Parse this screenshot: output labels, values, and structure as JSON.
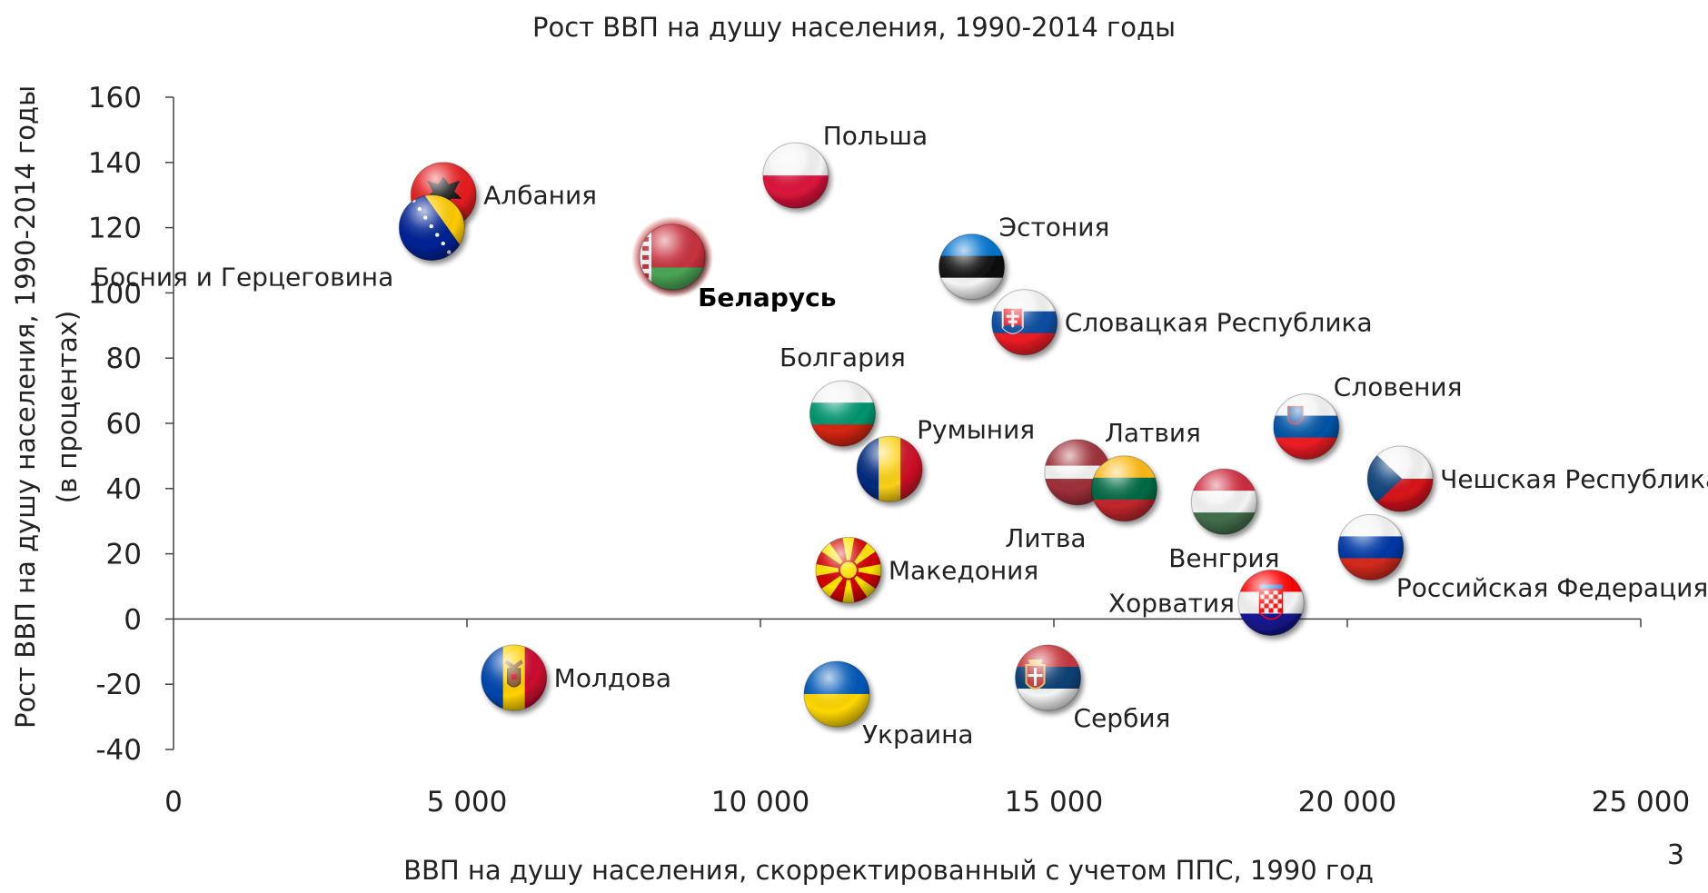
{
  "page_number": "3",
  "chart_data": {
    "type": "scatter",
    "title": "Рост ВВП на душу населения, 1990-2014 годы",
    "xlabel": "ВВП на душу населения, скорректированный с учетом ППС, 1990 год",
    "ylabel": "Рост ВВП на душу населения, 1990-2014 годы",
    "ylabel2": "(в процентах)",
    "xlim": [
      0,
      25000
    ],
    "ylim": [
      -40,
      160
    ],
    "x_ticks": [
      {
        "value": 0,
        "label": "0"
      },
      {
        "value": 5000,
        "label": "5 000"
      },
      {
        "value": 10000,
        "label": "10 000"
      },
      {
        "value": 15000,
        "label": "15 000"
      },
      {
        "value": 20000,
        "label": "20 000"
      },
      {
        "value": 25000,
        "label": "25 000"
      }
    ],
    "y_ticks": [
      {
        "value": -40,
        "label": "-40"
      },
      {
        "value": -20,
        "label": "-20"
      },
      {
        "value": 0,
        "label": "0"
      },
      {
        "value": 20,
        "label": "20"
      },
      {
        "value": 40,
        "label": "40"
      },
      {
        "value": 60,
        "label": "60"
      },
      {
        "value": 80,
        "label": "80"
      },
      {
        "value": 100,
        "label": "100"
      },
      {
        "value": 120,
        "label": "120"
      },
      {
        "value": 140,
        "label": "140"
      },
      {
        "value": 160,
        "label": "160"
      }
    ],
    "grid": false,
    "highlight_color": "#b30000",
    "points": [
      {
        "name": "Албания",
        "x": 4600,
        "y": 130,
        "flag": "albania",
        "label_pos": "right",
        "highlight": false
      },
      {
        "name": "Босния и Герцеговина",
        "x": 4400,
        "y": 120,
        "flag": "bosnia",
        "label_pos": "below-left",
        "highlight": false
      },
      {
        "name": "Беларусь",
        "x": 8500,
        "y": 111,
        "flag": "belarus",
        "label_pos": "below-right",
        "highlight": true
      },
      {
        "name": "Польша",
        "x": 10600,
        "y": 136,
        "flag": "poland",
        "label_pos": "above-right",
        "highlight": false
      },
      {
        "name": "Эстония",
        "x": 13600,
        "y": 108,
        "flag": "estonia",
        "label_pos": "above-right",
        "highlight": false
      },
      {
        "name": "Словацкая Республика",
        "x": 14500,
        "y": 91,
        "flag": "slovakia",
        "label_pos": "right",
        "highlight": false
      },
      {
        "name": "Болгария",
        "x": 11400,
        "y": 63,
        "flag": "bulgaria",
        "label_pos": "above",
        "highlight": false
      },
      {
        "name": "Румыния",
        "x": 12200,
        "y": 46,
        "flag": "romania",
        "label_pos": "above-right",
        "highlight": false
      },
      {
        "name": "Латвия",
        "x": 15400,
        "y": 45,
        "flag": "latvia",
        "label_pos": "above-right",
        "highlight": false
      },
      {
        "name": "Литва",
        "x": 16200,
        "y": 40,
        "flag": "lithuania",
        "label_pos": "below-left",
        "highlight": false
      },
      {
        "name": "Венгрия",
        "x": 17900,
        "y": 36,
        "flag": "hungary",
        "label_pos": "below",
        "highlight": false
      },
      {
        "name": "Словения",
        "x": 19300,
        "y": 59,
        "flag": "slovenia",
        "label_pos": "above-right",
        "highlight": false
      },
      {
        "name": "Чешская Республика",
        "x": 20900,
        "y": 43,
        "flag": "czech",
        "label_pos": "right",
        "highlight": false
      },
      {
        "name": "Российская Федерация",
        "x": 20400,
        "y": 22,
        "flag": "russia",
        "label_pos": "below-right",
        "highlight": false
      },
      {
        "name": "Македония",
        "x": 11500,
        "y": 15,
        "flag": "macedonia",
        "label_pos": "right",
        "highlight": false
      },
      {
        "name": "Хорватия",
        "x": 18700,
        "y": 5,
        "flag": "croatia",
        "label_pos": "left",
        "highlight": false
      },
      {
        "name": "Молдова",
        "x": 5800,
        "y": -18,
        "flag": "moldova",
        "label_pos": "right",
        "highlight": false
      },
      {
        "name": "Украина",
        "x": 11300,
        "y": -23,
        "flag": "ukraine",
        "label_pos": "below-right",
        "highlight": false
      },
      {
        "name": "Сербия",
        "x": 14900,
        "y": -18,
        "flag": "serbia",
        "label_pos": "below-right",
        "highlight": false
      }
    ]
  }
}
